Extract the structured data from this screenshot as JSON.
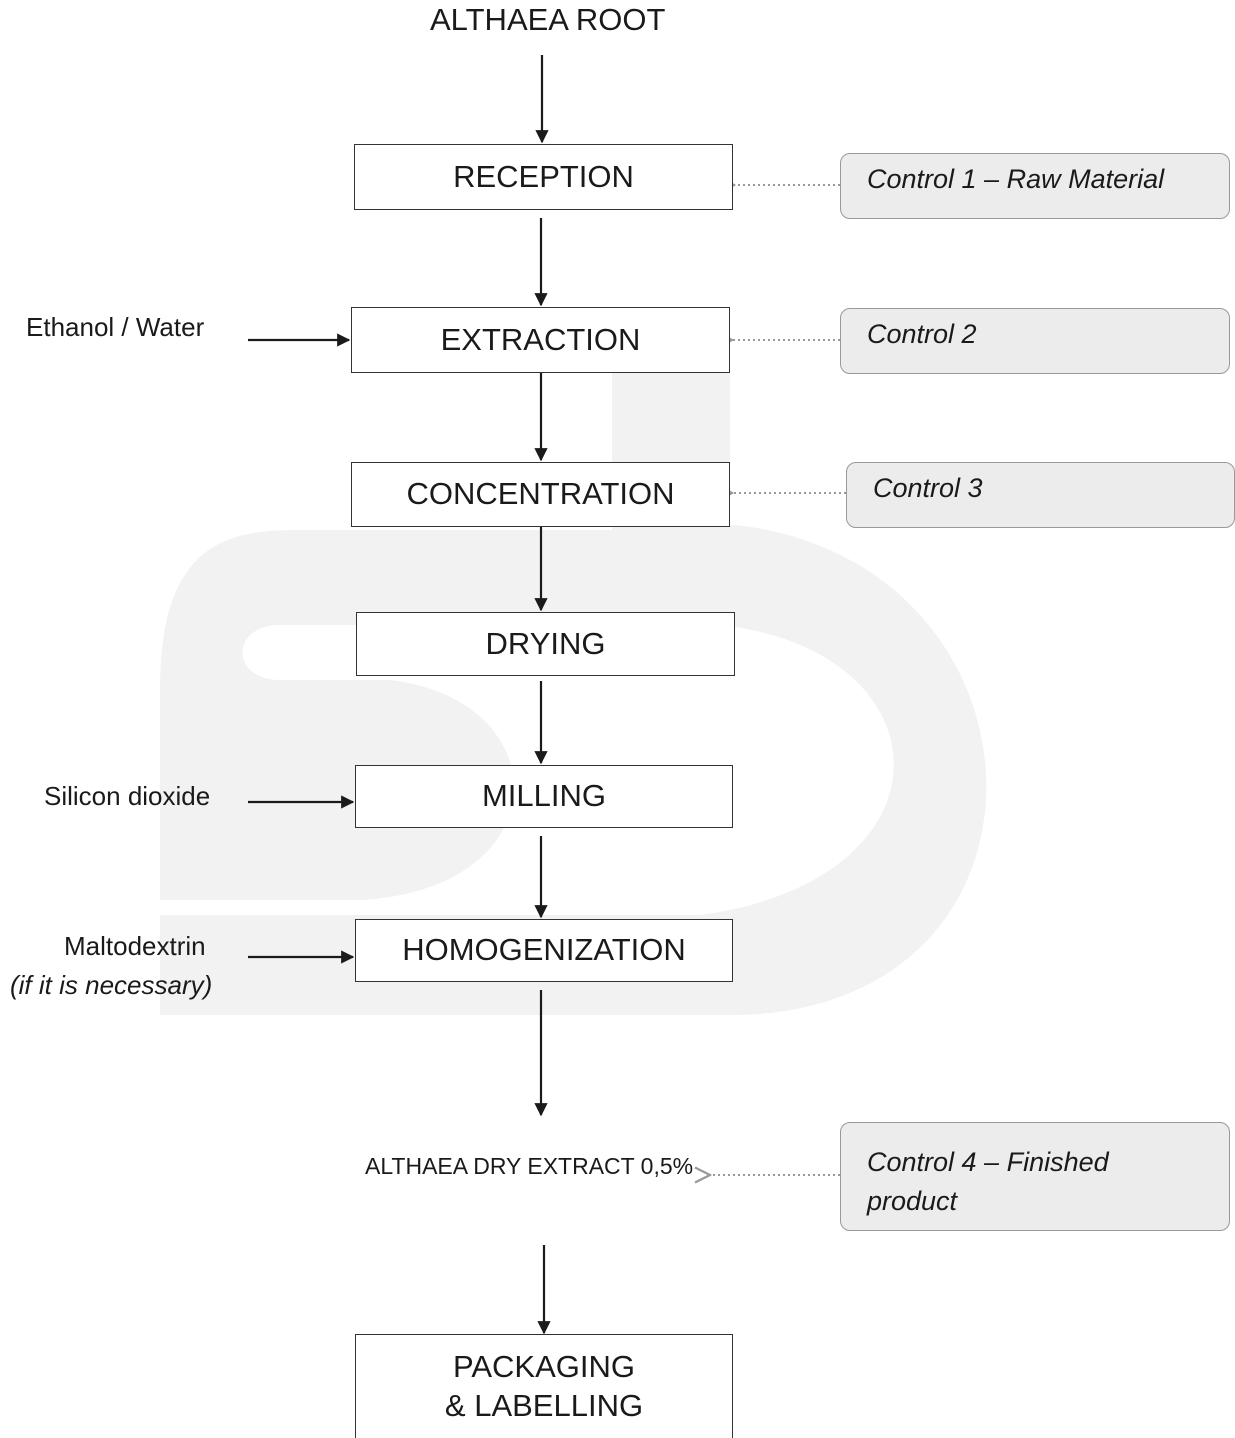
{
  "top_title": "ALTHAEA ROOT",
  "steps": {
    "reception": "RECEPTION",
    "extraction": "EXTRACTION",
    "concentration": "CONCENTRATION",
    "drying": "DRYING",
    "milling": "MILLING",
    "homogenization": "HOMOGENIZATION",
    "packaging": "PACKAGING\n& LABELLING"
  },
  "inputs": {
    "ethanol": "Ethanol / Water",
    "silicon": "Silicon dioxide",
    "maltodextrin": "Maltodextrin",
    "maltodextrin_note": "(if it is necessary)"
  },
  "controls": {
    "c1": "Control 1 – Raw Material",
    "c2": "Control 2",
    "c3": "Control 3",
    "c4": "Control 4 – Finished product"
  },
  "product": "ALTHAEA DRY EXTRACT 0,5%",
  "colors": {
    "box_border": "#333333",
    "control_fill": "#ececec",
    "dotted_arrow": "#999999",
    "watermark": "#f2f2f2"
  }
}
